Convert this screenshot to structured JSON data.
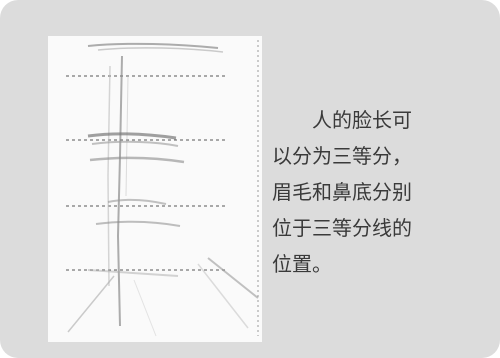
{
  "caption": {
    "lines": [
      "　　人的脸长可",
      "以分为三等分，",
      "眉毛和鼻底分别",
      "位于三等分线的",
      "位置。"
    ]
  },
  "illustration": {
    "subject": "face-proportion-sketch",
    "guide_lines": 4,
    "colors": {
      "frame": "#dcdcdc",
      "panel": "#fafafa",
      "stroke": "#8a8a8a",
      "guide": "#555555",
      "text": "#3a3a3a"
    }
  }
}
